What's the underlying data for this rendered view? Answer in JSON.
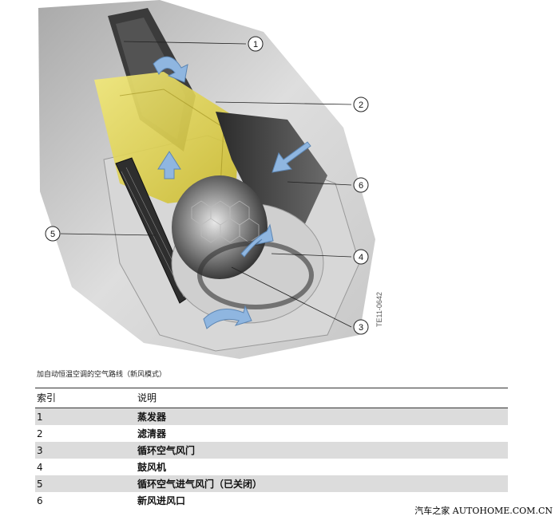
{
  "watermark_top": "家  AUTOHOME.COM.CN",
  "callouts": [
    "1",
    "2",
    "6",
    "5",
    "4",
    "3"
  ],
  "side_code": "TE11-0642",
  "caption": "加自动恒温空调的空气路线（新风模式）",
  "table": {
    "headers": [
      "索引",
      "说明"
    ],
    "rows": [
      {
        "index": "1",
        "desc": "蒸发器"
      },
      {
        "index": "2",
        "desc": "滤清器"
      },
      {
        "index": "3",
        "desc": "循环空气风门"
      },
      {
        "index": "4",
        "desc": "鼓风机"
      },
      {
        "index": "5",
        "desc": "循环空气进气风门（已关闭）"
      },
      {
        "index": "6",
        "desc": "新风进风口"
      }
    ]
  },
  "watermark_bottom": {
    "cn": "汽车之家",
    "brand": "AUTOHOME.COM.CN"
  },
  "colors": {
    "arrow": "#8fb6e0",
    "filter": "#e8dc3a",
    "housing": "#cfcfcf"
  }
}
